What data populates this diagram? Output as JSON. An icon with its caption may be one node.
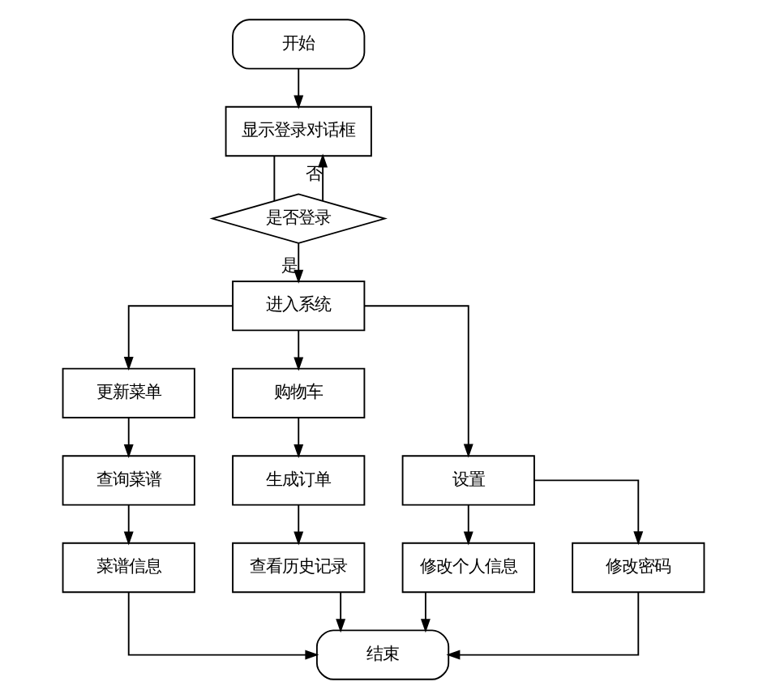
{
  "diagram": {
    "nodes": [
      {
        "text": [
          "开始"
        ]
      },
      {
        "text": [
          "显示登录对话框"
        ]
      },
      {
        "text": [
          "是否登录"
        ]
      },
      {
        "text": [
          "进入系统"
        ]
      },
      {
        "text": [
          "更新菜单"
        ]
      },
      {
        "text": [
          "购物车"
        ]
      },
      {
        "text": [
          "设置"
        ]
      },
      {
        "text": [
          "查询菜谱"
        ]
      },
      {
        "text": [
          "生成订单"
        ]
      },
      {
        "text": [
          "修改个人信息"
        ]
      },
      {
        "text": [
          "修改密码"
        ]
      },
      {
        "text": [
          "菜谱信息"
        ]
      },
      {
        "text": [
          "查看历史记录"
        ]
      },
      {
        "text": [
          "结束"
        ]
      }
    ],
    "edges": [
      {
        "from": 0,
        "to": 1,
        "arrow": "to"
      },
      {
        "from": 1,
        "to": 2,
        "arrow": "none"
      },
      {
        "from": 2,
        "to": 1,
        "arrow": "to",
        "label": "否"
      },
      {
        "from": 2,
        "to": 3,
        "arrow": "to",
        "label": "是"
      },
      {
        "from": 3,
        "to": 4,
        "arrow": "to"
      },
      {
        "from": 3,
        "to": 5,
        "arrow": "to"
      },
      {
        "from": 3,
        "to": 6,
        "arrow": "to"
      },
      {
        "from": 4,
        "to": 7,
        "arrow": "to"
      },
      {
        "from": 5,
        "to": 8,
        "arrow": "to"
      },
      {
        "from": 6,
        "to": 9,
        "arrow": "to"
      },
      {
        "from": 6,
        "to": 10,
        "arrow": "to"
      },
      {
        "from": 7,
        "to": 11,
        "arrow": "to"
      },
      {
        "from": 8,
        "to": 12,
        "arrow": "to"
      },
      {
        "from": 11,
        "to": 13,
        "arrow": "to"
      },
      {
        "from": 12,
        "to": 13,
        "arrow": "to"
      },
      {
        "from": 9,
        "to": 13,
        "arrow": "to"
      },
      {
        "from": 10,
        "to": 13,
        "arrow": "to"
      }
    ]
  }
}
